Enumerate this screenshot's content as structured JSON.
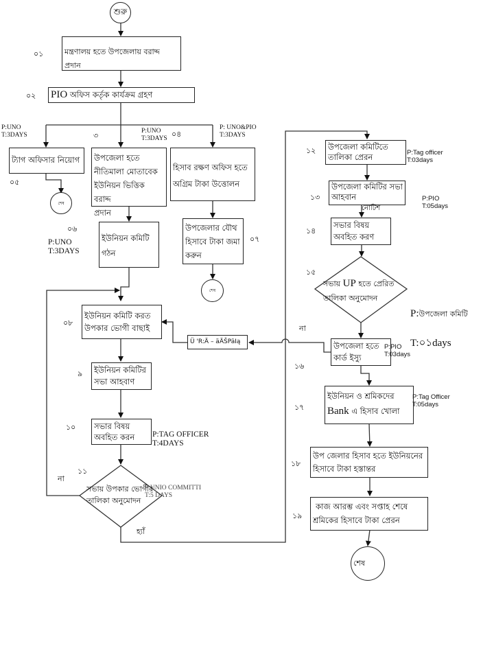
{
  "start": {
    "label": "শুরু"
  },
  "end_labels": {
    "small": "শেষ",
    "large": "শেষ"
  },
  "steps": {
    "s01": {
      "num": "০১",
      "text": "মন্ত্রণালয় হতে উপজেলায় বরাদ্দ প্রদান"
    },
    "s02": {
      "num": "০২",
      "text_prefix": "PIO",
      "text": " অফিস কর্তৃক কার্যক্রম গ্রহণ"
    },
    "s03": {
      "num": "৩",
      "line1": "উপজেলা হতে",
      "line2": "নীতিমালা মোতাবেক",
      "line3": "ইউনিয়ন ভিত্তিক বরাদ্দ",
      "line4": "প্রদান",
      "resp": "P:UNO\nT:3DAYS"
    },
    "s04": {
      "num": "০৪",
      "line1": "হিসাব রক্ষণ অফিস হতে",
      "line2": "অগ্রিম টাকা উত্তোলন",
      "resp": "P: UNO&PIO\nT:3DAYS"
    },
    "s05": {
      "num": "০৫",
      "text": "ট্যাগ অফিসার নিয়োগ",
      "resp": "P:UNO\nT:3DAYS"
    },
    "s06": {
      "num": "০৬",
      "line1": "ইউনিয়ন কমিটি",
      "line2": "গঠন",
      "resp": "P:UNO\nT:3DAYS"
    },
    "s07": {
      "num": "০৭",
      "line1": "উপজেলার যৌথ",
      "line2": "হিসাবে টাকা জমা",
      "line3": "করুন"
    },
    "s08": {
      "num": "০৮",
      "line1": "ইউনিয়ন কমিটি করত",
      "line2": "উপকার ভোগী বাছাই"
    },
    "s09": {
      "num": "৯",
      "line1": "ইউনিয়ন কমিটির",
      "line2": "সভা আহবাণ"
    },
    "s10": {
      "num": "১০",
      "line1": "সভার বিষয়",
      "line2": "অবহিত করন",
      "resp": "P:TAG OFFICER\nT:4DAYS"
    },
    "s11": {
      "num": "১১",
      "line1": "সভায় উপকার ভোগীর",
      "line2": "তালিকা অনুমোদন",
      "resp": "P:UNIO COMMITTI\nT:5 DAYS",
      "no": "না",
      "yes": "হ্যাঁ"
    },
    "s12": {
      "num": "১২",
      "line1": "উপজেলা কমিটিতে",
      "line2": "তালিকা প্রেরন",
      "resp": "P:Tag officer\nT:03days"
    },
    "s13": {
      "num": "১৩",
      "line1": "উপজেলা কমিটির সভা",
      "line2": "আহবান",
      "resp": "P:PIO\nT:05days",
      "edge_label": "নোটিশ"
    },
    "s14": {
      "num": "১৪",
      "line1": "সভার বিষয়",
      "line2": "অবহিত করণ"
    },
    "s15": {
      "num": "১৫",
      "line1_prefix": "সভায় ",
      "line1_mid": "UP",
      "line1_suffix": " হতে প্রেরিত",
      "line2": "তালিকা অনুমোদন",
      "resp_p": "P:",
      "resp_p_text": "উপজেলা কমিটি",
      "resp_t": "T:০১days",
      "no": "না"
    },
    "s16": {
      "num": "১৬",
      "line1": "উপজেলা হতে",
      "line2": "কার্ড ইস্যু",
      "resp": "P:PIO\nT:03days"
    },
    "s17": {
      "num": "১৭",
      "line1": "ইউনিয়ন ও শ্রমিকদের",
      "line2_prefix": "Bank",
      "line2": " এ হিসাব খোলা",
      "resp": "P:Tag Officer\nT:05days"
    },
    "s18": {
      "num": "১৮",
      "line1": "উপ জেলার হিসাব হতে  ইউনিয়নের",
      "line2": "হিসাবে টাকা হস্তান্তর"
    },
    "s19": {
      "num": "১৯",
      "line1": "কাজ আরম্ভ এবং সপ্তাহ শেষে",
      "line2": "শ্রমিকের হিসাবে টাকা প্রেরন"
    },
    "return_box": {
      "text": "Ü 'R:Ä – äÄŠPäIą"
    }
  }
}
